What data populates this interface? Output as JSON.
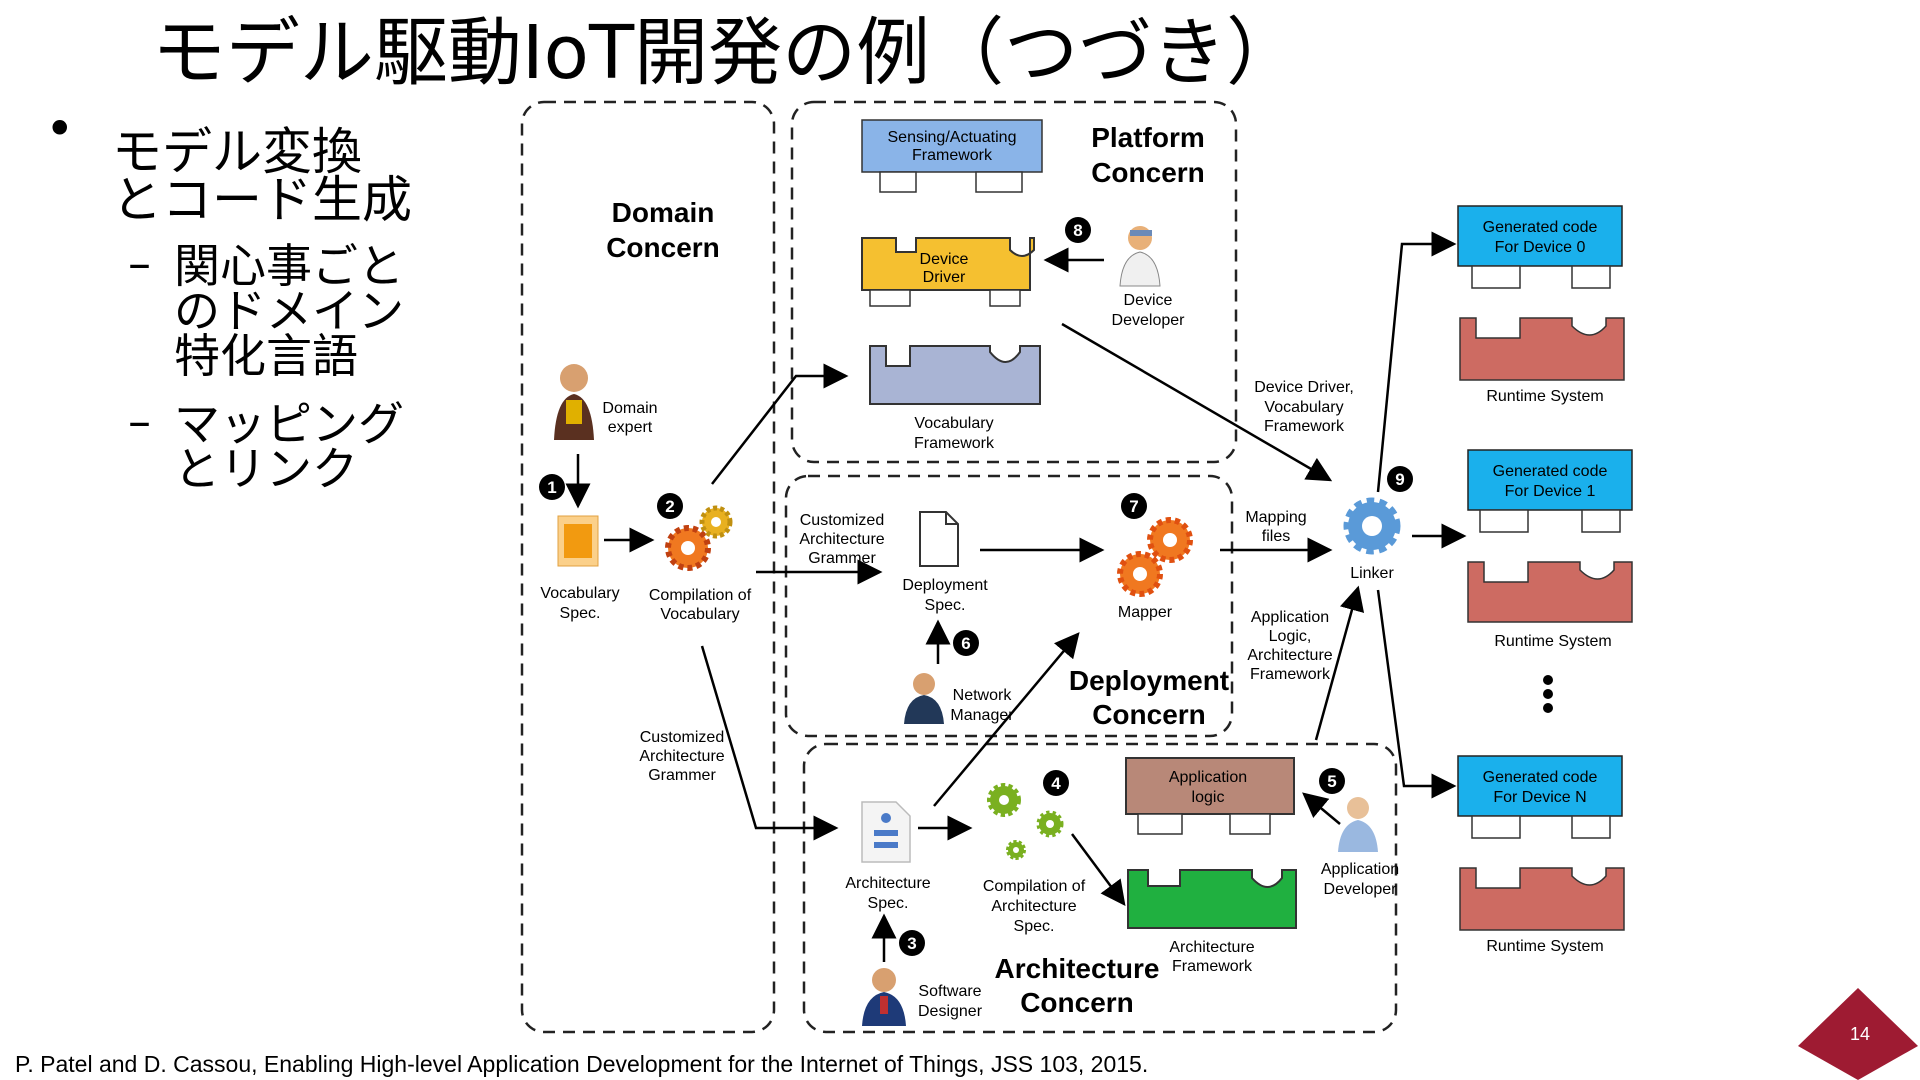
{
  "slide": {
    "title": "モデル駆動IoT開発の例（つづき）",
    "bullet": "•",
    "bullet_text": [
      "モデル変換",
      "とコード生成"
    ],
    "dash": "–",
    "sub1": [
      "関心事ごと",
      "のドメイン",
      "特化言語"
    ],
    "sub2": [
      "マッピング",
      "とリンク"
    ],
    "citation": "P. Patel and D. Cassou, Enabling High-level Application Development for the Internet of Things, JSS 103, 2015.",
    "page_number": "14"
  },
  "diagram": {
    "concerns": {
      "domain": [
        "Domain",
        "Concern"
      ],
      "platform": [
        "Platform",
        "Concern"
      ],
      "deployment": [
        "Deployment",
        "Concern"
      ],
      "architecture": [
        "Architecture",
        "Concern"
      ]
    },
    "steps": [
      "1",
      "2",
      "3",
      "4",
      "5",
      "6",
      "7",
      "8",
      "9"
    ],
    "labels": {
      "domain_expert": [
        "Domain",
        "expert"
      ],
      "vocab_spec": [
        "Vocabulary",
        "Spec."
      ],
      "compilation_vocab": [
        "Compilation of",
        "Vocabulary"
      ],
      "sensing_framework": [
        "Sensing/Actuating",
        "Framework"
      ],
      "device_driver": [
        "Device",
        "Driver"
      ],
      "device_developer": [
        "Device",
        "Developer"
      ],
      "vocab_framework": [
        "Vocabulary",
        "Framework"
      ],
      "custom_arch_grammar_1": [
        "Customized",
        "Architecture",
        "Grammer"
      ],
      "deployment_spec": [
        "Deployment",
        "Spec."
      ],
      "mapper": "Mapper",
      "network_manager": [
        "Network",
        "Manager"
      ],
      "custom_arch_grammar_2": [
        "Customized",
        "Architecture",
        "Grammer"
      ],
      "architecture_spec": [
        "Architecture",
        "Spec."
      ],
      "compilation_arch": [
        "Compilation of",
        "Architecture",
        "Spec."
      ],
      "application_logic": [
        "Application",
        "logic"
      ],
      "application_developer": [
        "Application",
        "Developer"
      ],
      "architecture_framework": [
        "Architecture",
        "Framework"
      ],
      "software_designer": [
        "Software",
        "Designer"
      ],
      "edge_dd_vocab": [
        "Device Driver,",
        "Vocabulary",
        "Framework"
      ],
      "edge_mapping": [
        "Mapping",
        "files"
      ],
      "edge_app_logic": [
        "Application",
        "Logic,",
        "Architecture",
        "Framework"
      ],
      "linker": "Linker",
      "gen_code_0": [
        "Generated code",
        "For Device 0"
      ],
      "gen_code_1": [
        "Generated code",
        "For Device 1"
      ],
      "gen_code_n": [
        "Generated code",
        "For Device N"
      ],
      "runtime_system": "Runtime System"
    },
    "colors": {
      "sensing": "#8ab4e8",
      "device_driver": "#f5c030",
      "vocab_framework": "#a9b4d4",
      "app_logic": "#b88878",
      "arch_framework": "#20b040",
      "generated": "#1ab0ec",
      "runtime": "#cd6b62",
      "gear": "#7ab020",
      "gear_orange": "#f07820",
      "linker": "#5a9ad8",
      "page_badge": "#9e1b32"
    }
  }
}
